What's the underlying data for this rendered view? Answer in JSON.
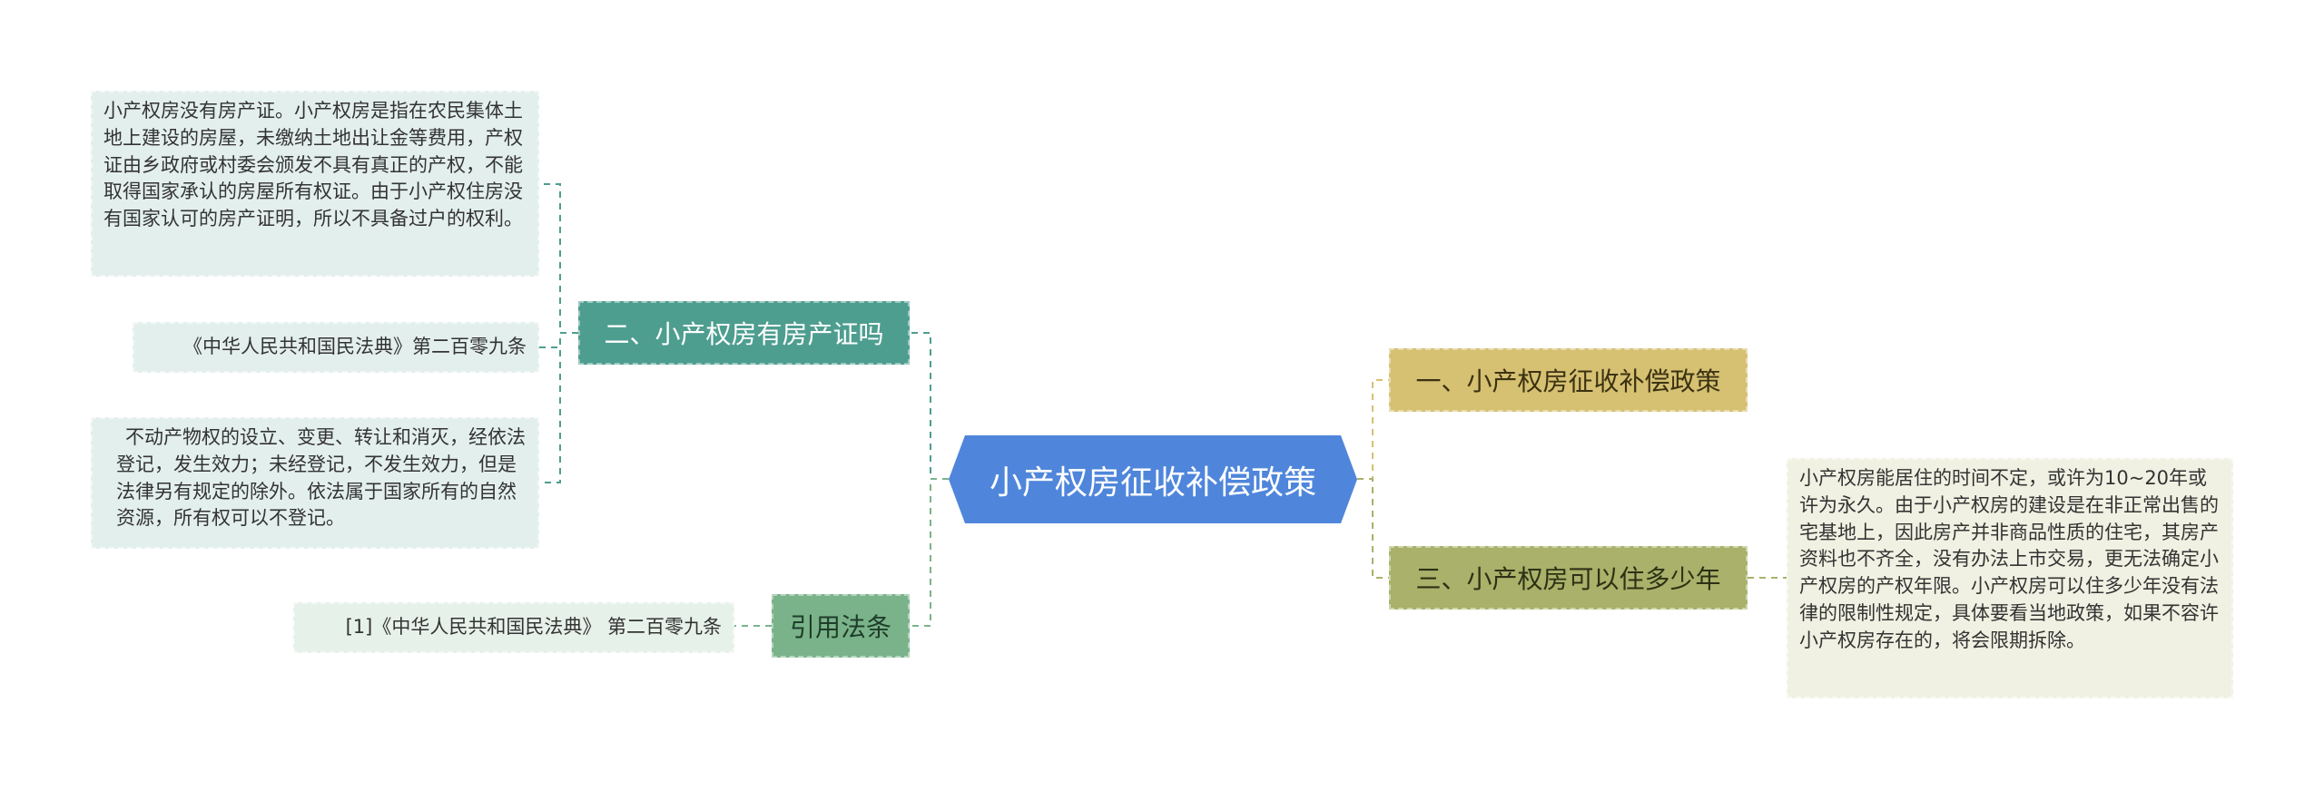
{
  "root": {
    "label": "小产权房征收补偿政策"
  },
  "branches": {
    "certificate": {
      "label": "二、小产权房有房产证吗"
    },
    "citation": {
      "label": "引用法条"
    },
    "policy": {
      "label": "一、小产权房征收补偿政策"
    },
    "duration": {
      "label": "三、小产权房可以住多少年"
    }
  },
  "leaves": {
    "certificate_explain": "小产权房没有房产证。小产权房是指在农民集体土地上建设的房屋，未缴纳土地出让金等费用，产权证由乡政府或村委会颁发不具有真正的产权，不能取得国家承认的房屋所有权证。由于小产权住房没有国家认可的房产证明，所以不具备过户的权利。",
    "certificate_law": "《中华人民共和国民法典》第二百零九条",
    "certificate_law_text": "不动产物权的设立、变更、转让和消灭，经依法登记，发生效力；未经登记，不发生效力，但是法律另有规定的除外。依法属于国家所有的自然资源，所有权可以不登记。",
    "citation_ref": "[1]《中华人民共和国民法典》 第二百零九条",
    "duration_explain": "小产权房能居住的时间不定，或许为10~20年或许为永久。由于小产权房的建设是在非正常出售的宅基地上，因此房产并非商品性质的住宅，其房产资料也不齐全，没有办法上市交易，更无法确定小产权房的产权年限。小产权房可以住多少年没有法律的限制性规定，具体要看当地政策，如果不容许小产权房存在的，将会限期拆除。"
  },
  "colors": {
    "root": "#4f86db",
    "teal": "#4e9e90",
    "green": "#7ab38a",
    "gold": "#d6c072",
    "olive": "#a9b16a"
  }
}
